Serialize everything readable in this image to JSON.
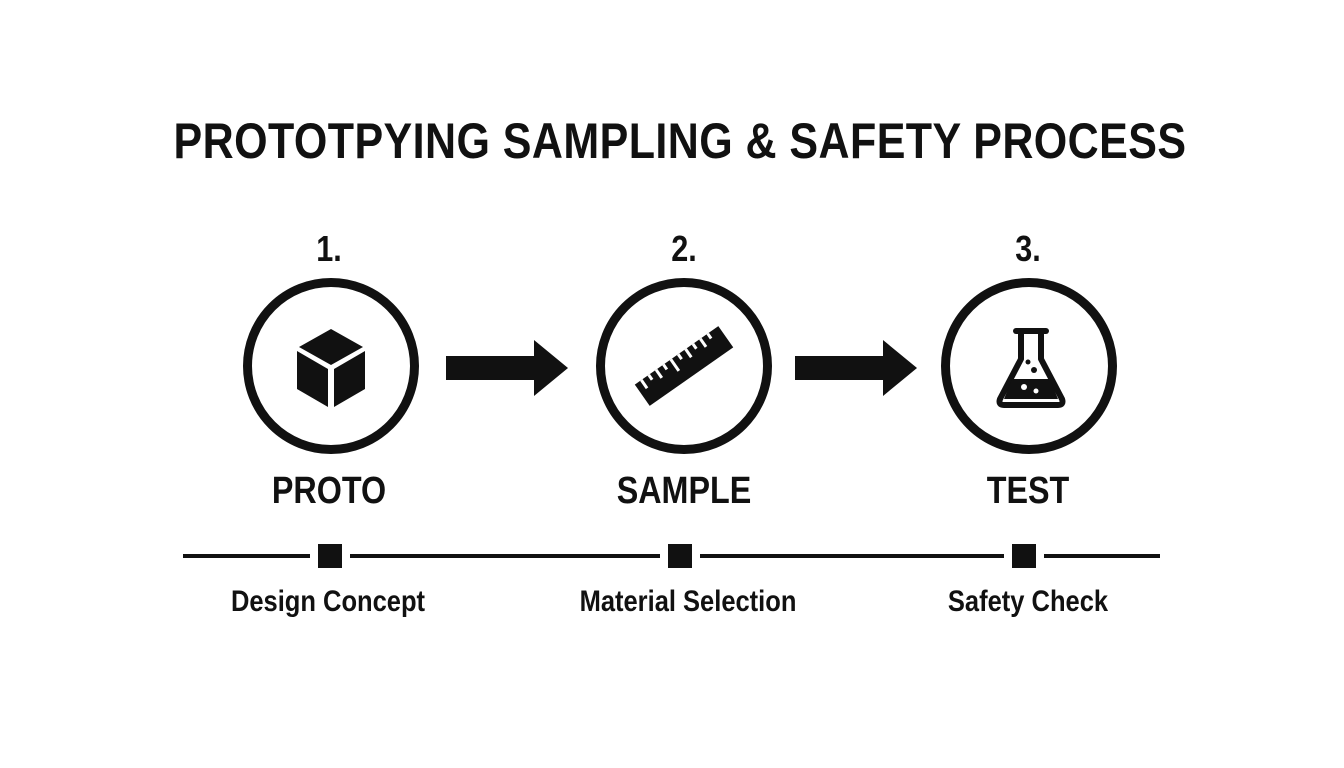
{
  "diagram": {
    "title": "PROTOTPYING SAMPLING & SAFETY PROCESS",
    "steps": [
      {
        "number": "1.",
        "label": "PROTO",
        "icon": "cube-icon",
        "milestone": "Design Concept"
      },
      {
        "number": "2.",
        "label": "SAMPLE",
        "icon": "ruler-icon",
        "milestone": "Material Selection"
      },
      {
        "number": "3.",
        "label": "TEST",
        "icon": "flask-icon",
        "milestone": "Safety Check"
      }
    ],
    "colors": {
      "ink": "#111111",
      "background": "#ffffff"
    }
  }
}
